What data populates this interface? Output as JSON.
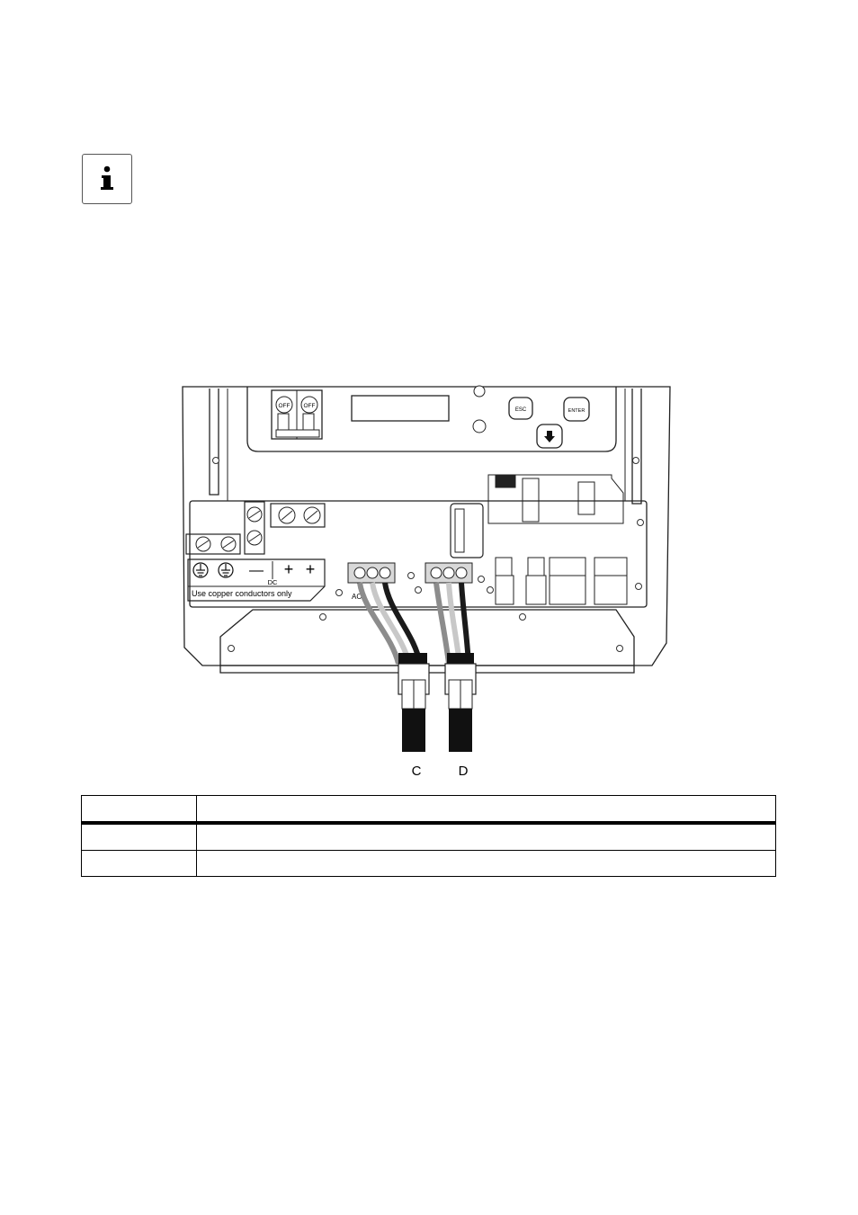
{
  "figure": {
    "switches": [
      "OFF",
      "OFF"
    ],
    "buttons": {
      "esc": "ESC",
      "enter": "ENTER"
    },
    "dc_label": "DC",
    "dc_minus": "—",
    "dc_plus": "+",
    "copper_note": "Use copper conductors only",
    "terminal_ac": "AC",
    "callouts": [
      "C",
      "D"
    ]
  },
  "table": {
    "rows": [
      [
        "",
        ""
      ],
      [
        "",
        ""
      ],
      [
        "",
        ""
      ]
    ]
  }
}
